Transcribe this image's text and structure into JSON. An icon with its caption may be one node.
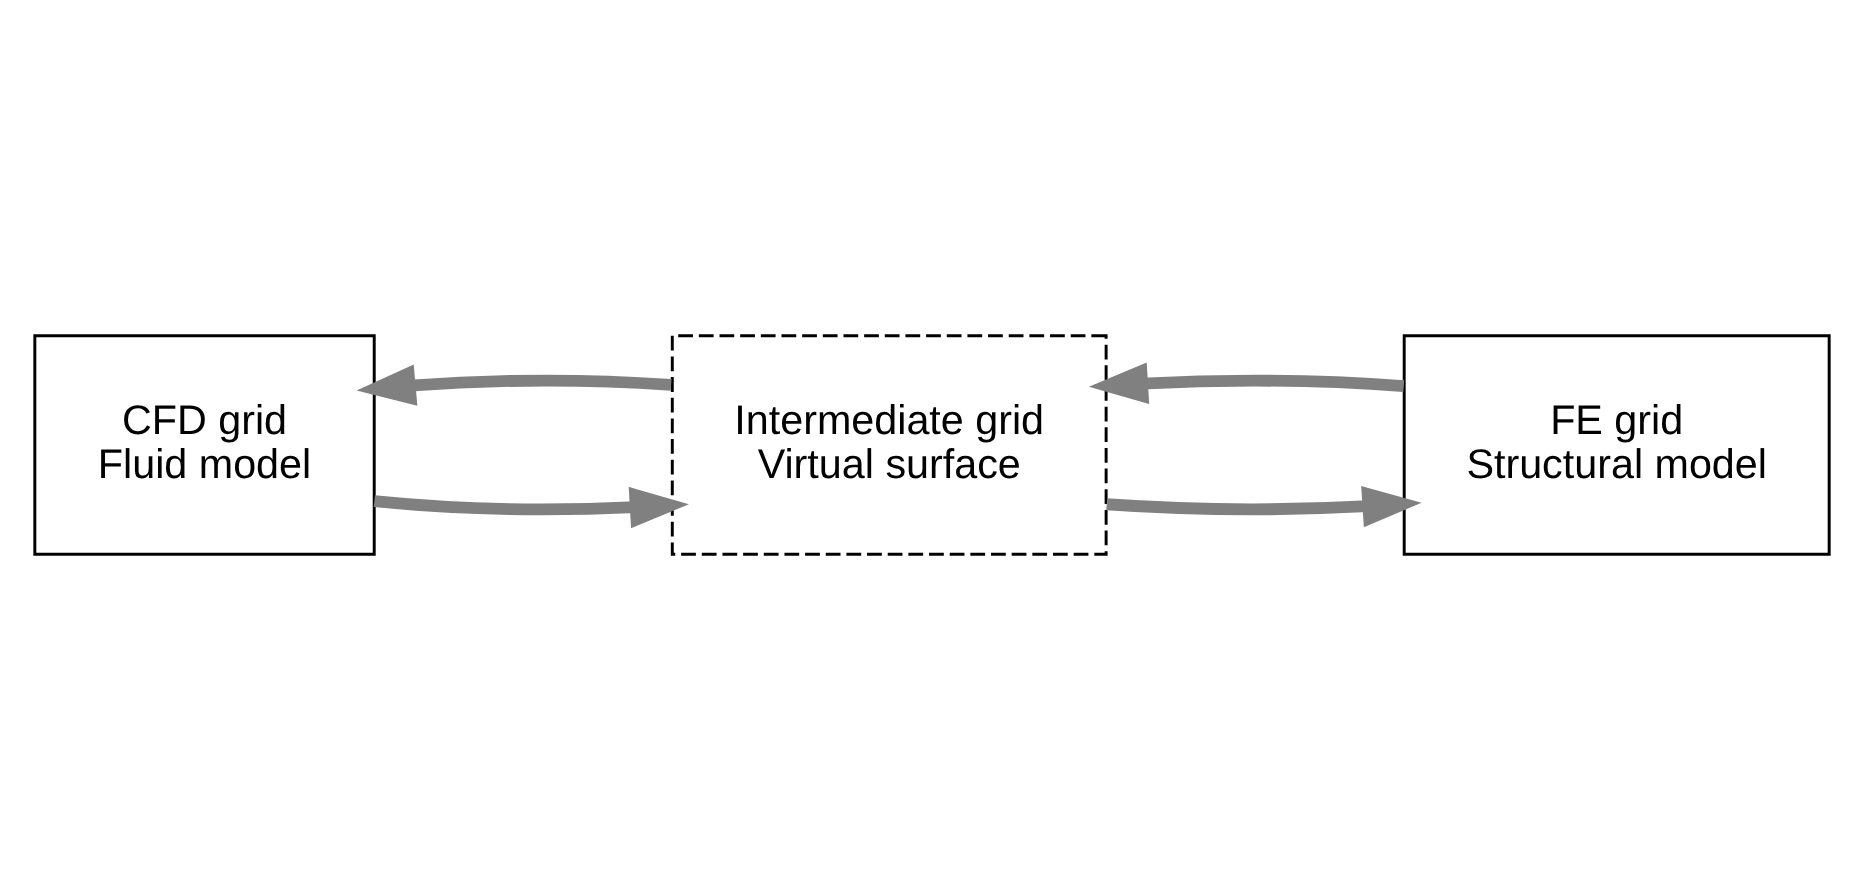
{
  "diagram": {
    "nodes": [
      {
        "text": [
          "CFD grid",
          "Fluid model"
        ]
      },
      {
        "text": [
          "Intermediate grid",
          "Virtual surface"
        ]
      },
      {
        "text": [
          "FE grid",
          "Structural model"
        ]
      }
    ],
    "edges": [
      {
        "from": 0,
        "to": 1,
        "arrow": "to"
      },
      {
        "from": 1,
        "to": 2,
        "arrow": "to"
      },
      {
        "from": 2,
        "to": 1,
        "arrow": "to"
      },
      {
        "from": 1,
        "to": 0,
        "arrow": "to"
      }
    ]
  }
}
